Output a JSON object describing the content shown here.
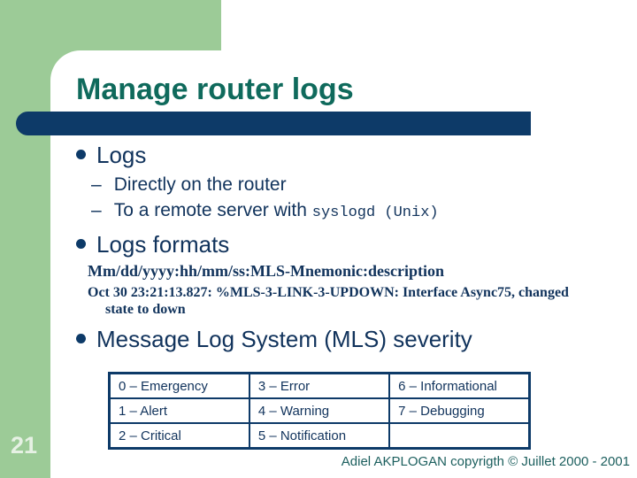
{
  "slide": {
    "title": "Manage router logs",
    "page_number": "21",
    "footer": "Adiel AKPLOGAN copyrigth © Juillet 2000 - 2001"
  },
  "bullets": {
    "dash": "–",
    "item1": {
      "label": "Logs",
      "sub1": "Directly on the router",
      "sub2_text": "To a remote server with ",
      "sub2_code": "syslogd (Unix)"
    },
    "item2": {
      "label": "Logs formats",
      "format_line": "Mm/dd/yyyy:hh/mm/ss:MLS-Mnemonic:description",
      "example_line1": "Oct 30 23:21:13.827: %MLS-3-LINK-3-UPDOWN: Interface Async75, changed",
      "example_line2": "state to down"
    },
    "item3": {
      "label": "Message Log System (MLS) severity"
    }
  },
  "severity_table": {
    "rows": [
      [
        "0 – Emergency",
        "3 – Error",
        "6 – Informational"
      ],
      [
        "1 – Alert",
        "4 – Warning",
        "7 – Debugging"
      ],
      [
        "2 – Critical",
        "5 – Notification",
        ""
      ]
    ]
  },
  "colors": {
    "sidebar_green": "#9ccb97",
    "bar_navy": "#0d3a68",
    "title_teal": "#0f6a5c",
    "body_navy": "#11335c",
    "footer_teal": "#1c5f5e"
  }
}
